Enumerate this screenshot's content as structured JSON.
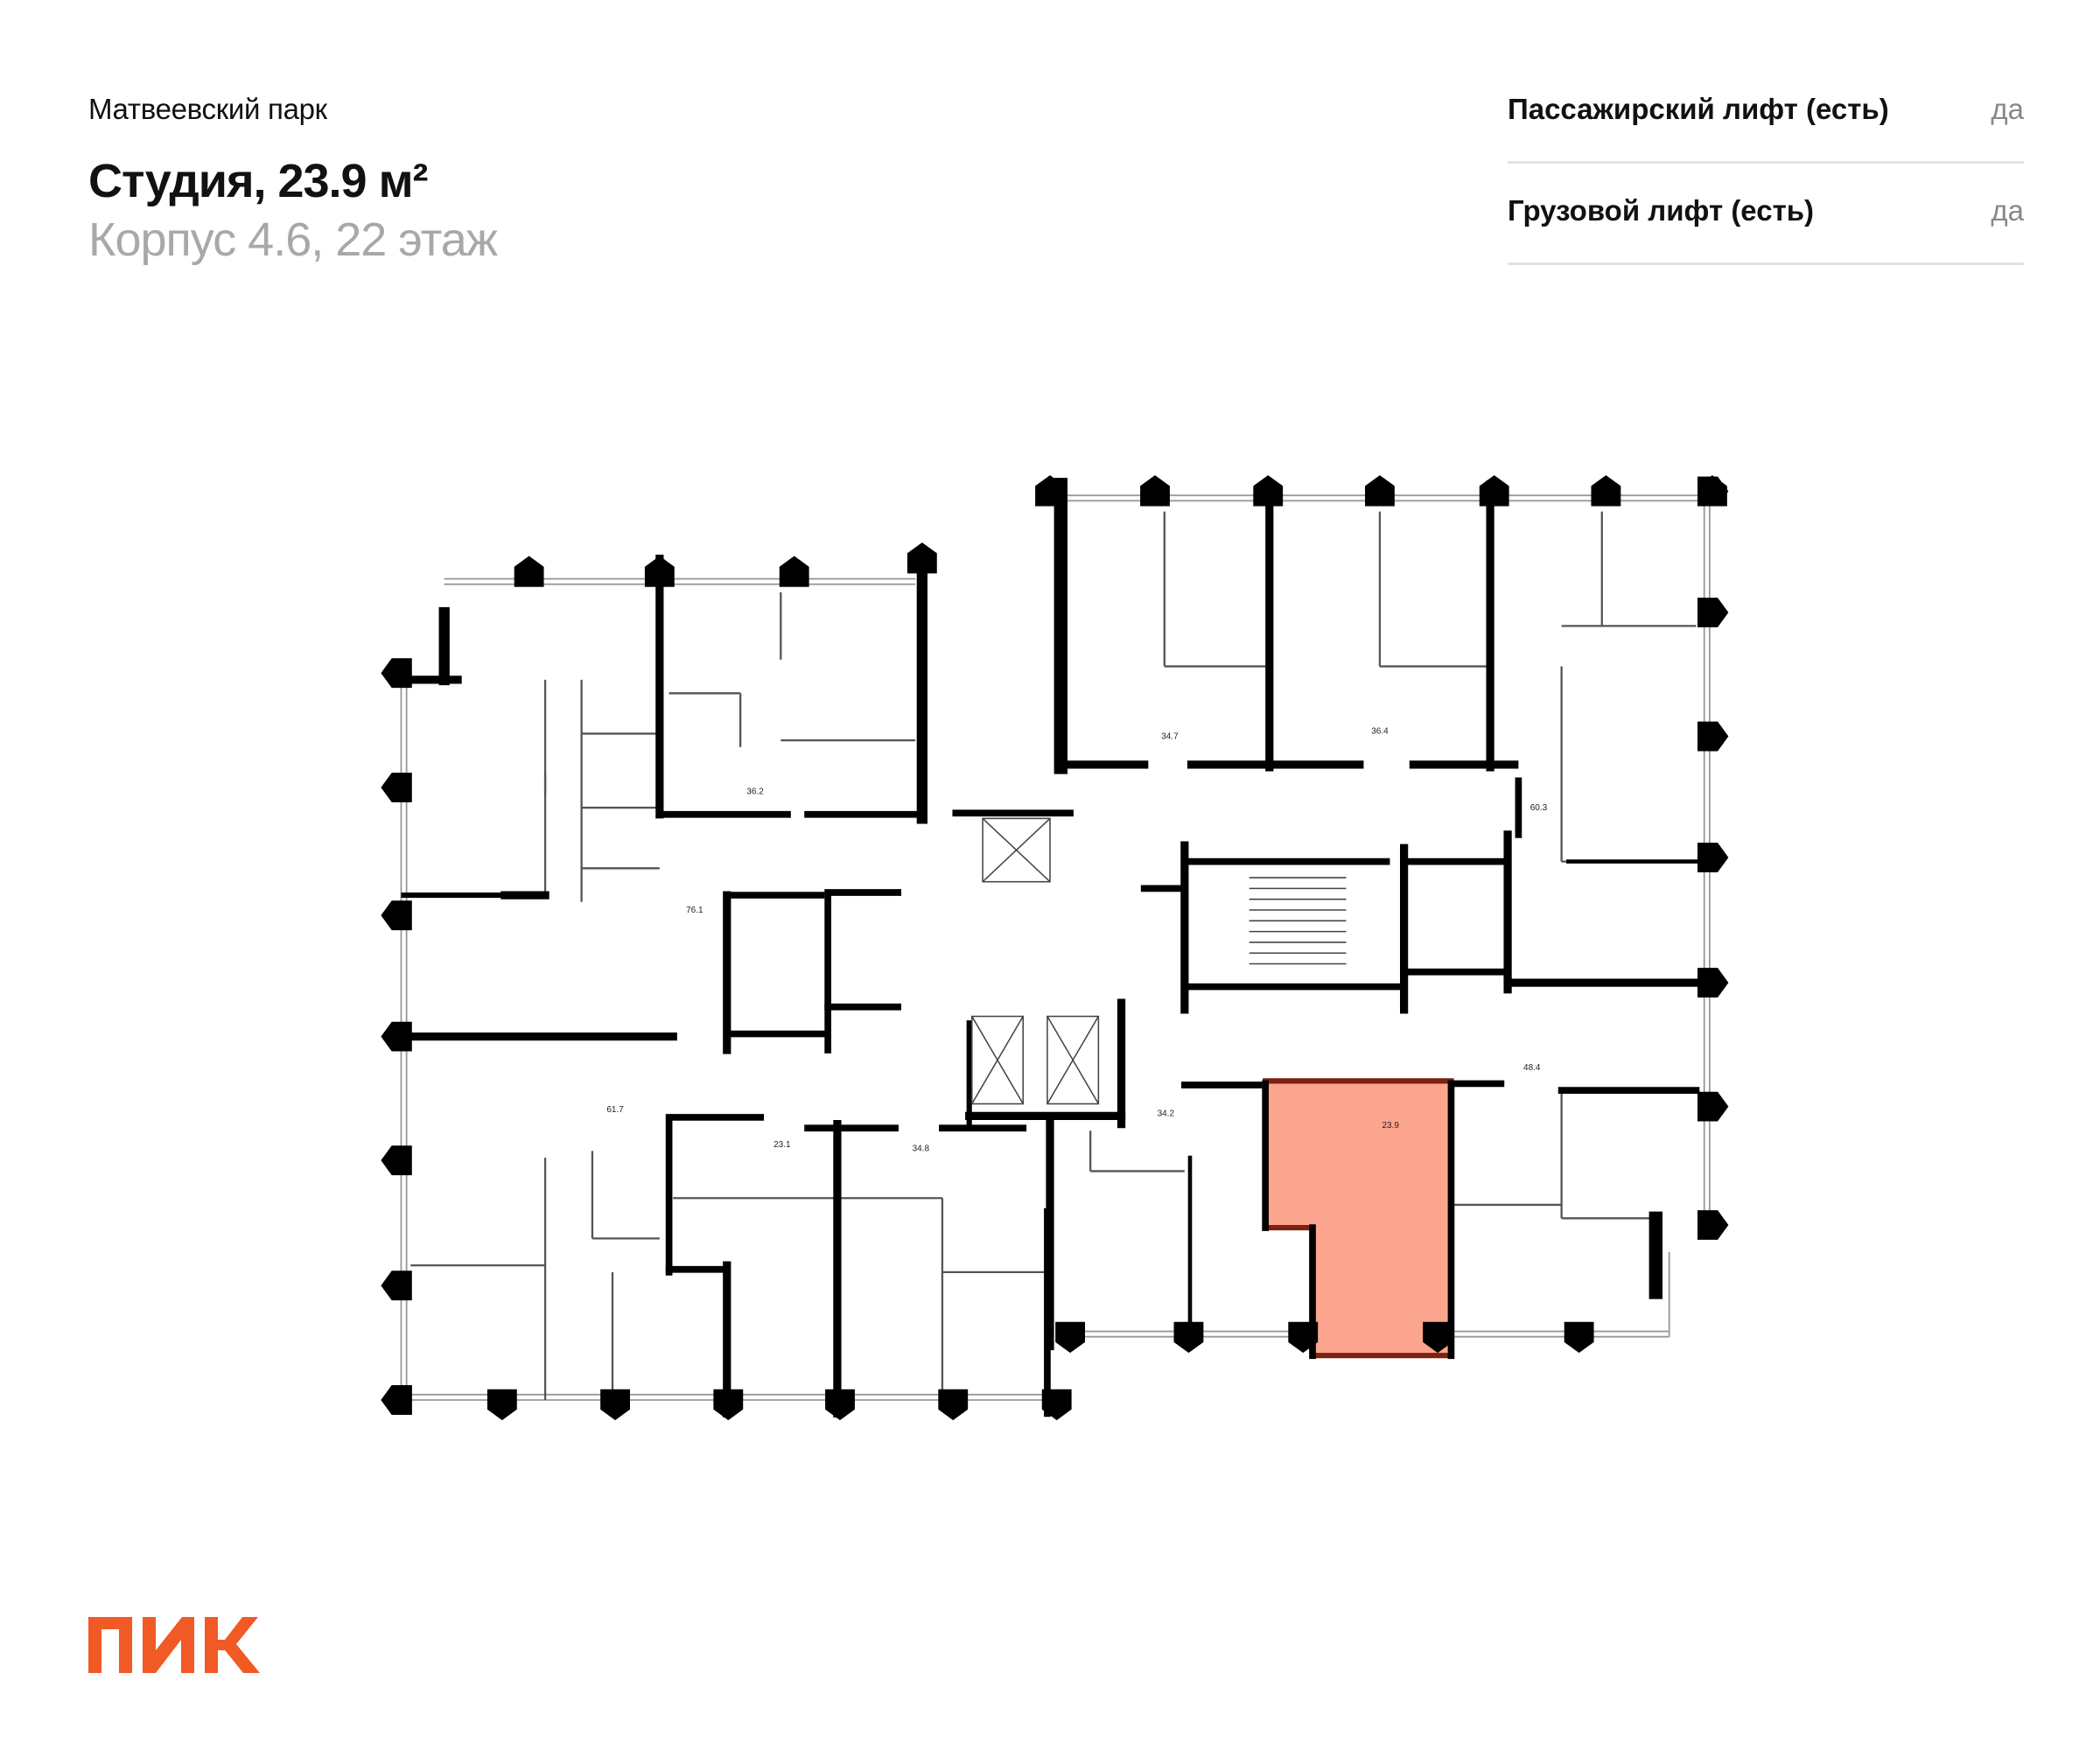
{
  "header": {
    "project": "Матвеевский парк",
    "title": "Студия, 23.9 м²",
    "subtitle": "Корпус 4.6, 22 этаж"
  },
  "features": [
    {
      "label": "Пассажирский лифт (есть)",
      "value": "да"
    },
    {
      "label": "Грузовой лифт (есть)",
      "value": "да"
    }
  ],
  "floorplan": {
    "highlight_fill": "#fba58f",
    "highlight_stroke": "#7d2211",
    "areas": [
      "36.2",
      "34.7",
      "36.4",
      "60.3",
      "76.1",
      "61.7",
      "23.1",
      "34.8",
      "34.2",
      "23.9",
      "48.4"
    ],
    "selected_area": "23.9"
  },
  "logo": {
    "text": "ПИК",
    "color": "#f15a24"
  }
}
